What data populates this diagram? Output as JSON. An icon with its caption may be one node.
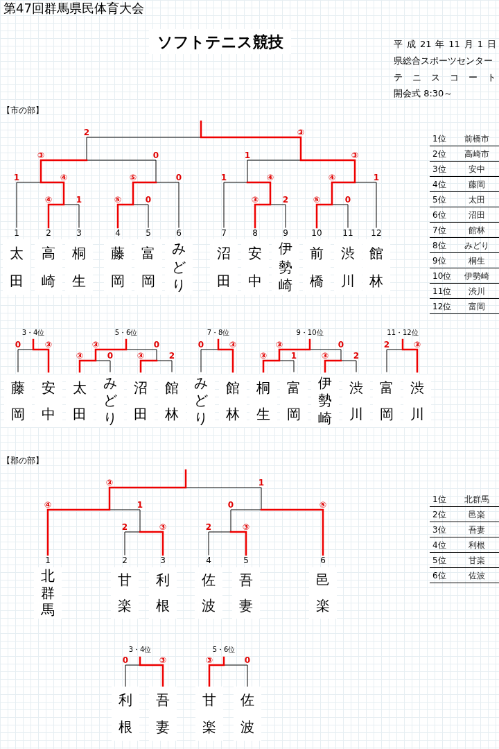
{
  "diagram": {
    "title": "ソフトテニス競技",
    "nodes": [
      {
        "text": [
          "太田"
        ]
      },
      {
        "text": [
          "高崎"
        ]
      },
      {
        "text": [
          "桐生"
        ]
      },
      {
        "text": [
          "藤岡"
        ]
      },
      {
        "text": [
          "富岡"
        ]
      },
      {
        "text": [
          "みどり"
        ]
      },
      {
        "text": [
          "沼田"
        ]
      },
      {
        "text": [
          "安中"
        ]
      },
      {
        "text": [
          "伊勢崎"
        ]
      },
      {
        "text": [
          "前橋"
        ]
      },
      {
        "text": [
          "渋川"
        ]
      },
      {
        "text": [
          "館林"
        ]
      },
      {
        "text": [
          "藤岡"
        ]
      },
      {
        "text": [
          "安中"
        ]
      },
      {
        "text": [
          "太田"
        ]
      },
      {
        "text": [
          "みどり"
        ]
      },
      {
        "text": [
          "沼田"
        ]
      },
      {
        "text": [
          "館林"
        ]
      },
      {
        "text": [
          "みどり"
        ]
      },
      {
        "text": [
          "館林"
        ]
      },
      {
        "text": [
          "桐生"
        ]
      },
      {
        "text": [
          "富岡"
        ]
      },
      {
        "text": [
          "伊勢崎"
        ]
      },
      {
        "text": [
          "渋川"
        ]
      },
      {
        "text": [
          "富岡"
        ]
      },
      {
        "text": [
          "渋川"
        ]
      },
      {
        "text": [
          "北群馬"
        ]
      },
      {
        "text": [
          "甘楽"
        ]
      },
      {
        "text": [
          "利根"
        ]
      },
      {
        "text": [
          "佐波"
        ]
      },
      {
        "text": [
          "吾妻"
        ]
      },
      {
        "text": [
          "邑楽"
        ]
      },
      {
        "text": [
          "利根"
        ]
      },
      {
        "text": [
          "吾妻"
        ]
      },
      {
        "text": [
          "甘楽"
        ]
      },
      {
        "text": [
          "佐波"
        ]
      }
    ],
    "labels": [
      "第47回群馬県民体育大会",
      "平成21年11月1日",
      "県総合スポーツセンター",
      "テニスコート",
      "開会式 8:30～",
      "【市の部】",
      "2",
      "③",
      "③",
      "0",
      "1",
      "③",
      "1",
      "④",
      "⑤",
      "0",
      "1",
      "④",
      "④",
      "1",
      "④",
      "1",
      "⑤",
      "0",
      "③",
      "2",
      "⑤",
      "0",
      "1",
      "2",
      "3",
      "4",
      "5",
      "6",
      "7",
      "8",
      "9",
      "10",
      "11",
      "12",
      "1位",
      "前橋市",
      "2位",
      "高崎市",
      "3位",
      "安中",
      "4位",
      "藤岡",
      "5位",
      "太田",
      "6位",
      "沼田",
      "7位",
      "館林",
      "8位",
      "みどり",
      "9位",
      "桐生",
      "10位",
      "伊勢崎",
      "11位",
      "渋川",
      "12位",
      "富岡",
      "3・4位",
      "5・6位",
      "7・8位",
      "9・10位",
      "11・12位",
      "0",
      "③",
      "③",
      "0",
      "0",
      "③",
      "③",
      "0",
      "2",
      "③",
      "③",
      "0",
      "③",
      "2",
      "③",
      "1",
      "③",
      "2",
      "【郡の部】",
      "③",
      "1",
      "④",
      "1",
      "0",
      "⑤",
      "2",
      "③",
      "2",
      "③",
      "1",
      "2",
      "3",
      "4",
      "5",
      "6",
      "1位",
      "北群馬",
      "2位",
      "邑楽",
      "3位",
      "吾妻",
      "4位",
      "利根",
      "5位",
      "甘楽",
      "6位",
      "佐波",
      "3・4位",
      "5・6位",
      "0",
      "③",
      "③",
      "0"
    ]
  }
}
